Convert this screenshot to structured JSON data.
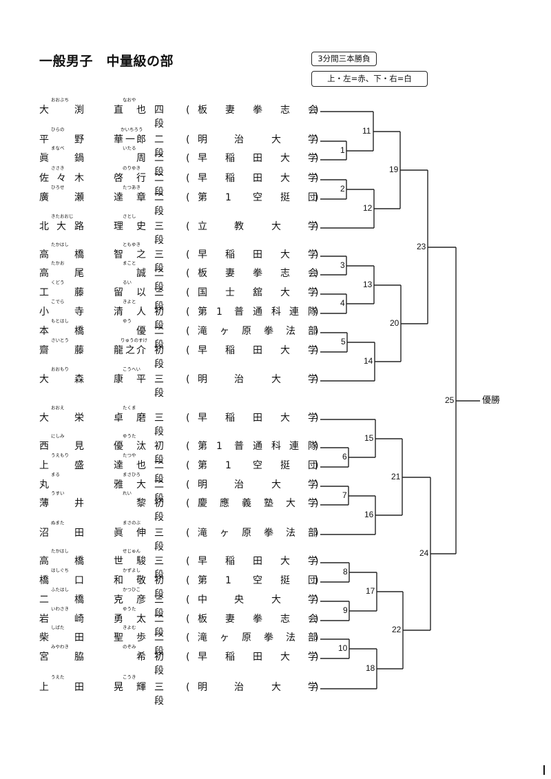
{
  "header": {
    "title": "一般男子　中量級の部",
    "rule_box": "3分間三本勝負",
    "color_box": "上・左=赤、下・右=白"
  },
  "final_label": "優勝",
  "entries": [
    {
      "sei": [
        "大",
        "渕"
      ],
      "sei_ruby": "おおぶち",
      "mei": [
        "直",
        "也"
      ],
      "mei_ruby": "なおや",
      "dan": "四段",
      "aff": [
        "板",
        "妻",
        "拳",
        "志",
        "会"
      ]
    },
    {
      "sei": [
        "平",
        "野"
      ],
      "sei_ruby": "ひらの",
      "mei": [
        "華",
        "一",
        "郎"
      ],
      "mei_ruby": "かいちろう",
      "dan": "二段",
      "aff": [
        "明",
        "治",
        "大",
        "学"
      ]
    },
    {
      "sei": [
        "眞",
        "鍋"
      ],
      "sei_ruby": "まなべ",
      "mei": [
        "",
        "周"
      ],
      "mei_ruby": "いたる",
      "dan": "二段",
      "aff": [
        "早",
        "稲",
        "田",
        "大",
        "学"
      ]
    },
    {
      "sei": [
        "佐",
        "々",
        "木"
      ],
      "sei_ruby": "ささき",
      "mei": [
        "啓",
        "行"
      ],
      "mei_ruby": "のりゆき",
      "dan": "二段",
      "aff": [
        "早",
        "稲",
        "田",
        "大",
        "学"
      ]
    },
    {
      "sei": [
        "廣",
        "瀬"
      ],
      "sei_ruby": "ひろせ",
      "mei": [
        "達",
        "章"
      ],
      "mei_ruby": "たつあき",
      "dan": "二段",
      "aff": [
        "第",
        "1",
        "空",
        "挺",
        "団"
      ]
    },
    {
      "sei": [
        "北",
        "大",
        "路"
      ],
      "sei_ruby": "きたおおじ",
      "mei": [
        "理",
        "史"
      ],
      "mei_ruby": "さとし",
      "dan": "三段",
      "aff": [
        "立",
        "教",
        "大",
        "学"
      ]
    },
    {
      "sei": [
        "高",
        "橋"
      ],
      "sei_ruby": "たかはし",
      "mei": [
        "智",
        "之"
      ],
      "mei_ruby": "ともゆき",
      "dan": "三段",
      "aff": [
        "早",
        "稲",
        "田",
        "大",
        "学"
      ]
    },
    {
      "sei": [
        "高",
        "尾"
      ],
      "sei_ruby": "たかお",
      "mei": [
        "",
        "誠"
      ],
      "mei_ruby": "まこと",
      "dan": "二段",
      "aff": [
        "板",
        "妻",
        "拳",
        "志",
        "会"
      ]
    },
    {
      "sei": [
        "工",
        "藤"
      ],
      "sei_ruby": "くどう",
      "mei": [
        "留",
        "以"
      ],
      "mei_ruby": "るい",
      "dan": "三段",
      "aff": [
        "国",
        "士",
        "舘",
        "大",
        "学"
      ]
    },
    {
      "sei": [
        "小",
        "寺"
      ],
      "sei_ruby": "こでら",
      "mei": [
        "清",
        "人"
      ],
      "mei_ruby": "きよと",
      "dan": "初段",
      "aff": [
        "第",
        "1",
        "普",
        "通",
        "科",
        "連",
        "隊"
      ]
    },
    {
      "sei": [
        "本",
        "橋"
      ],
      "sei_ruby": "もとはし",
      "mei": [
        "",
        "優"
      ],
      "mei_ruby": "ゆう",
      "dan": "二段",
      "aff": [
        "滝",
        "ヶ",
        "原",
        "拳",
        "法",
        "部"
      ]
    },
    {
      "sei": [
        "齋",
        "藤"
      ],
      "sei_ruby": "さいとう",
      "mei": [
        "龍",
        "之",
        "介"
      ],
      "mei_ruby": "りゅうのすけ",
      "dan": "初段",
      "aff": [
        "早",
        "稲",
        "田",
        "大",
        "学"
      ]
    },
    {
      "sei": [
        "大",
        "森"
      ],
      "sei_ruby": "おおもり",
      "mei": [
        "康",
        "平"
      ],
      "mei_ruby": "こうへい",
      "dan": "三段",
      "aff": [
        "明",
        "治",
        "大",
        "学"
      ]
    },
    {
      "sei": [
        "大",
        "栄"
      ],
      "sei_ruby": "おおえ",
      "mei": [
        "卓",
        "磨"
      ],
      "mei_ruby": "たくま",
      "dan": "三段",
      "aff": [
        "早",
        "稲",
        "田",
        "大",
        "学"
      ]
    },
    {
      "sei": [
        "西",
        "見"
      ],
      "sei_ruby": "にしみ",
      "mei": [
        "優",
        "汰"
      ],
      "mei_ruby": "ゆうた",
      "dan": "初段",
      "aff": [
        "第",
        "1",
        "普",
        "通",
        "科",
        "連",
        "隊"
      ]
    },
    {
      "sei": [
        "上",
        "盛"
      ],
      "sei_ruby": "うえもり",
      "mei": [
        "達",
        "也"
      ],
      "mei_ruby": "たつや",
      "dan": "二段",
      "aff": [
        "第",
        "1",
        "空",
        "挺",
        "団"
      ]
    },
    {
      "sei": [
        "丸",
        ""
      ],
      "sei_ruby": "まる",
      "mei": [
        "雅",
        "大"
      ],
      "mei_ruby": "まさひろ",
      "dan": "二段",
      "aff": [
        "明",
        "治",
        "大",
        "学"
      ]
    },
    {
      "sei": [
        "薄",
        "井"
      ],
      "sei_ruby": "うすい",
      "mei": [
        "",
        "黎"
      ],
      "mei_ruby": "れい",
      "dan": "初段",
      "aff": [
        "慶",
        "應",
        "義",
        "塾",
        "大",
        "学"
      ]
    },
    {
      "sei": [
        "沼",
        "田"
      ],
      "sei_ruby": "ぬまた",
      "mei": [
        "眞",
        "伸"
      ],
      "mei_ruby": "まさのぶ",
      "dan": "三段",
      "aff": [
        "滝",
        "ヶ",
        "原",
        "拳",
        "法",
        "部"
      ]
    },
    {
      "sei": [
        "高",
        "橋"
      ],
      "sei_ruby": "たかはし",
      "mei": [
        "世",
        "駿"
      ],
      "mei_ruby": "せじゅん",
      "dan": "三段",
      "aff": [
        "早",
        "稲",
        "田",
        "大",
        "学"
      ]
    },
    {
      "sei": [
        "橋",
        "口"
      ],
      "sei_ruby": "はしぐち",
      "mei": [
        "和",
        "敬"
      ],
      "mei_ruby": "かずよし",
      "dan": "初段",
      "aff": [
        "第",
        "1",
        "空",
        "挺",
        "団"
      ]
    },
    {
      "sei": [
        "二",
        "橋"
      ],
      "sei_ruby": "ふたはし",
      "mei": [
        "克",
        "彦"
      ],
      "mei_ruby": "かつひこ",
      "dan": "三段",
      "aff": [
        "中",
        "央",
        "大",
        "学"
      ]
    },
    {
      "sei": [
        "岩",
        "崎"
      ],
      "sei_ruby": "いわさき",
      "mei": [
        "勇",
        "太"
      ],
      "mei_ruby": "ゆうた",
      "dan": "二段",
      "aff": [
        "板",
        "妻",
        "拳",
        "志",
        "会"
      ]
    },
    {
      "sei": [
        "柴",
        "田"
      ],
      "sei_ruby": "しばた",
      "mei": [
        "聖",
        "歩"
      ],
      "mei_ruby": "きよむ",
      "dan": "二段",
      "aff": [
        "滝",
        "ヶ",
        "原",
        "拳",
        "法",
        "部"
      ]
    },
    {
      "sei": [
        "宮",
        "脇"
      ],
      "sei_ruby": "みやわき",
      "mei": [
        "",
        "希"
      ],
      "mei_ruby": "のぞみ",
      "dan": "初段",
      "aff": [
        "早",
        "稲",
        "田",
        "大",
        "学"
      ]
    },
    {
      "sei": [
        "上",
        "田"
      ],
      "sei_ruby": "うえた",
      "mei": [
        "晃",
        "輝"
      ],
      "mei_ruby": "こうき",
      "dan": "三段",
      "aff": [
        "明",
        "治",
        "大",
        "学"
      ]
    }
  ],
  "matches": [
    {
      "no": "1",
      "a": "e2",
      "b": "e3"
    },
    {
      "no": "2",
      "a": "e4",
      "b": "e5"
    },
    {
      "no": "3",
      "a": "e7",
      "b": "e8"
    },
    {
      "no": "4",
      "a": "e9",
      "b": "e10"
    },
    {
      "no": "5",
      "a": "e11",
      "b": "e12"
    },
    {
      "no": "6",
      "a": "e15",
      "b": "e16"
    },
    {
      "no": "7",
      "a": "e17",
      "b": "e18"
    },
    {
      "no": "8",
      "a": "e20",
      "b": "e21"
    },
    {
      "no": "9",
      "a": "e22",
      "b": "e23"
    },
    {
      "no": "10",
      "a": "e24",
      "b": "e25"
    },
    {
      "no": "11",
      "a": "e1",
      "b": "m1"
    },
    {
      "no": "12",
      "a": "m2",
      "b": "e6"
    },
    {
      "no": "13",
      "a": "m3",
      "b": "m4"
    },
    {
      "no": "14",
      "a": "m5",
      "b": "e13"
    },
    {
      "no": "15",
      "a": "e14",
      "b": "m6"
    },
    {
      "no": "16",
      "a": "m7",
      "b": "e19"
    },
    {
      "no": "17",
      "a": "m8",
      "b": "m9"
    },
    {
      "no": "18",
      "a": "m10",
      "b": "e26"
    },
    {
      "no": "19",
      "a": "m11",
      "b": "m12"
    },
    {
      "no": "20",
      "a": "m13",
      "b": "m14"
    },
    {
      "no": "21",
      "a": "m15",
      "b": "m16"
    },
    {
      "no": "22",
      "a": "m17",
      "b": "m18"
    },
    {
      "no": "23",
      "a": "m19",
      "b": "m20"
    },
    {
      "no": "24",
      "a": "m21",
      "b": "m22"
    },
    {
      "no": "25",
      "a": "m23",
      "b": "m24"
    }
  ]
}
